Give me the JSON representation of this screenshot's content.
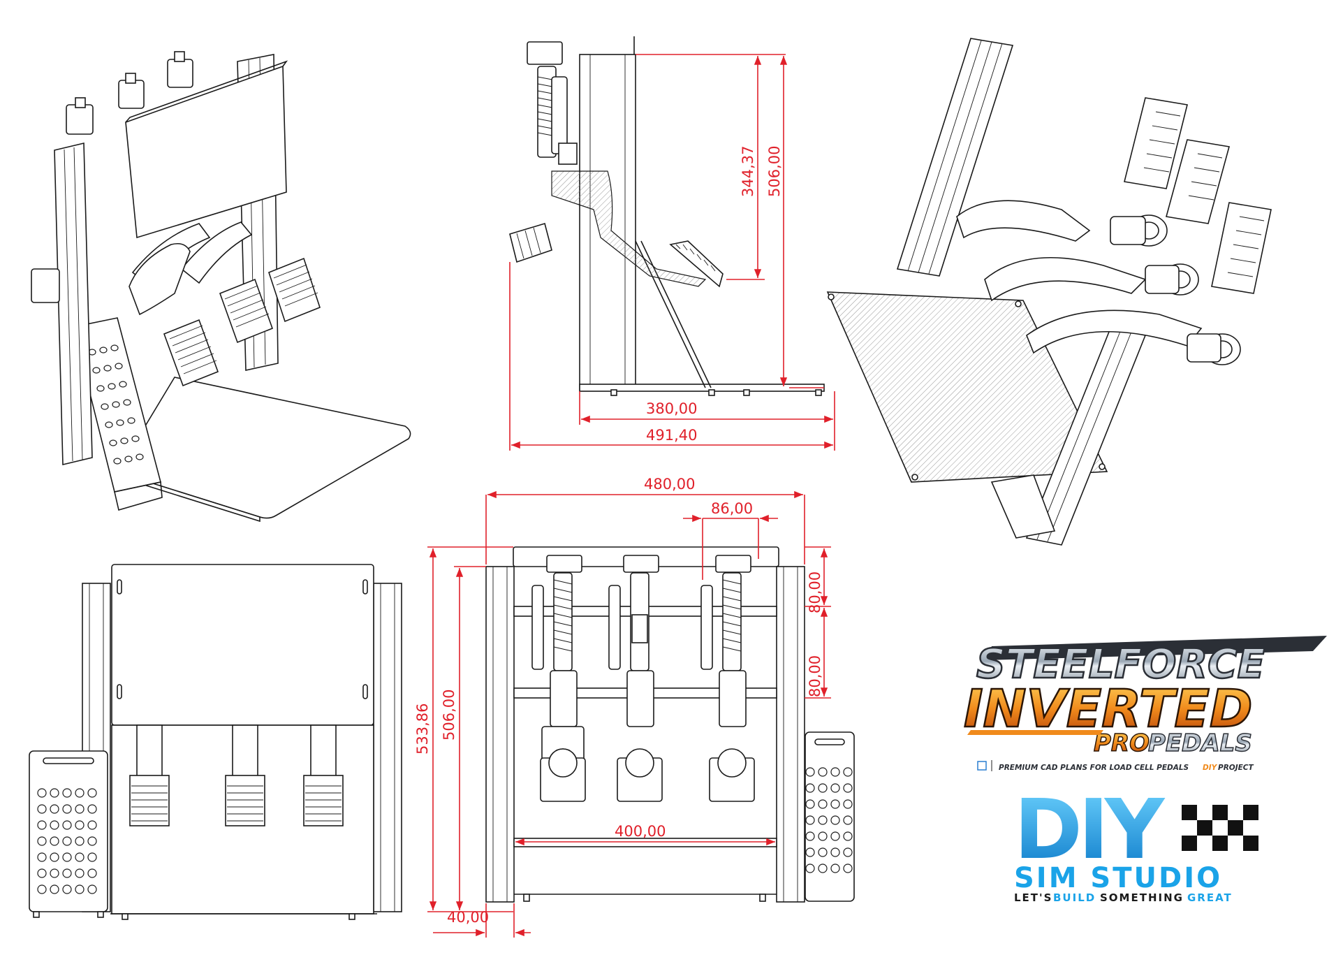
{
  "dimensions": {
    "side_view": {
      "pedal_height": "344,37",
      "frame_height": "506,00",
      "base_depth": "380,00",
      "overall_depth": "491,40"
    },
    "front_view": {
      "overall_width": "480,00",
      "pedal_spacing": "86,00",
      "overall_height": "533,86",
      "frame_height": "506,00",
      "upper_offset": "80,00",
      "lower_offset": "80,00",
      "inner_width": "400,00",
      "foot_offset": "40,00"
    }
  },
  "branding": {
    "title_line1": "STEELFORCE",
    "title_line2": "INVERTED",
    "title_line3_a": "PRO",
    "title_line3_b": "PEDALS",
    "tagline_a": "PREMIUM CAD PLANS FOR LOAD CELL PEDALS",
    "tagline_b": "DIY",
    "tagline_c": "PROJECT",
    "studio_logo": "DIY",
    "studio_name": "SIM STUDIO",
    "slogan_a": "LET'S",
    "slogan_b": "BUILD",
    "slogan_c": "SOMETHING",
    "slogan_d": "GREAT"
  },
  "colors": {
    "dimension": "#e0202a",
    "line": "#1a1a1a",
    "steel": "#c9d2dc",
    "orange": "#f08a1c",
    "blue": "#1aa3e8"
  }
}
